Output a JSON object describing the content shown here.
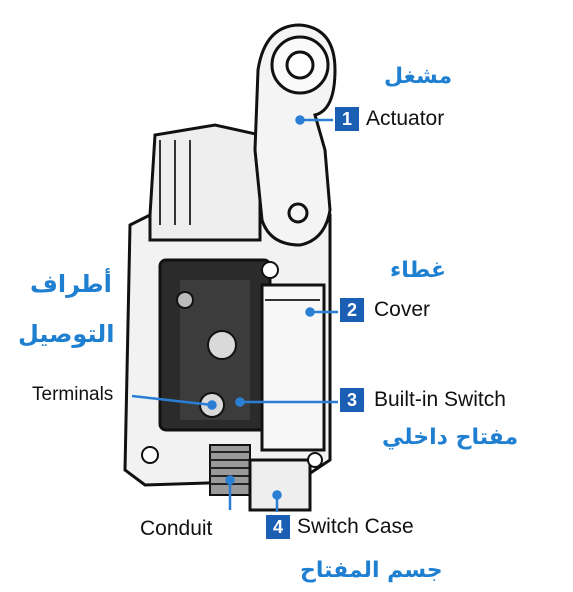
{
  "callouts": [
    {
      "number": "1",
      "label": "Actuator",
      "arabic": "مشغل"
    },
    {
      "number": "2",
      "label": "Cover",
      "arabic": "غطاء"
    },
    {
      "number": "3",
      "label": "Built-in Switch",
      "arabic": "مفتاح داخلي"
    },
    {
      "number": "4",
      "label": "Switch Case",
      "arabic": "جسم المفتاح"
    }
  ],
  "side_labels": {
    "terminals": "Terminals",
    "conduit": "Conduit",
    "terminals_arabic_line1": "أطراف",
    "terminals_arabic_line2": "التوصيل"
  },
  "colors": {
    "badge": "#1a5fb4",
    "leader_line": "#2a7fd4",
    "arabic_text": "#1f7fd0"
  }
}
